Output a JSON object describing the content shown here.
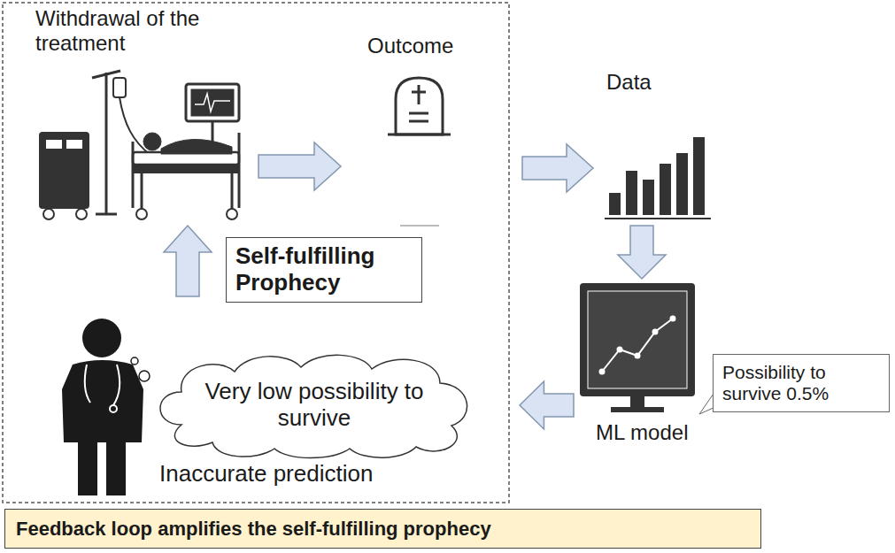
{
  "diagram": {
    "nodes": [
      {
        "text": [
          "Withdrawal of the treatment"
        ]
      },
      {
        "text": [
          "Outcome"
        ]
      },
      {
        "text": [
          "Data"
        ]
      },
      {
        "text": [
          "Self-fulfilling Prophecy"
        ]
      },
      {
        "text": [
          "ML model"
        ]
      },
      {
        "text": [
          "Possibility to survive 0.5%"
        ]
      },
      {
        "text": [
          "Inaccurate prediction"
        ]
      },
      {
        "text": [
          "Very low possibility to survive"
        ],
        "in": 6
      },
      {
        "text": [
          "Feedback loop amplifies the self-fulfilling prophecy"
        ]
      }
    ],
    "edges": [
      {
        "from": 0,
        "to": 1,
        "arrow": "to"
      },
      {
        "from": 1,
        "to": 2,
        "arrow": "to"
      },
      {
        "from": 2,
        "to": 4,
        "arrow": "to"
      },
      {
        "from": 4,
        "to": 6,
        "arrow": "to"
      },
      {
        "from": 6,
        "to": 0,
        "arrow": "to"
      }
    ]
  }
}
